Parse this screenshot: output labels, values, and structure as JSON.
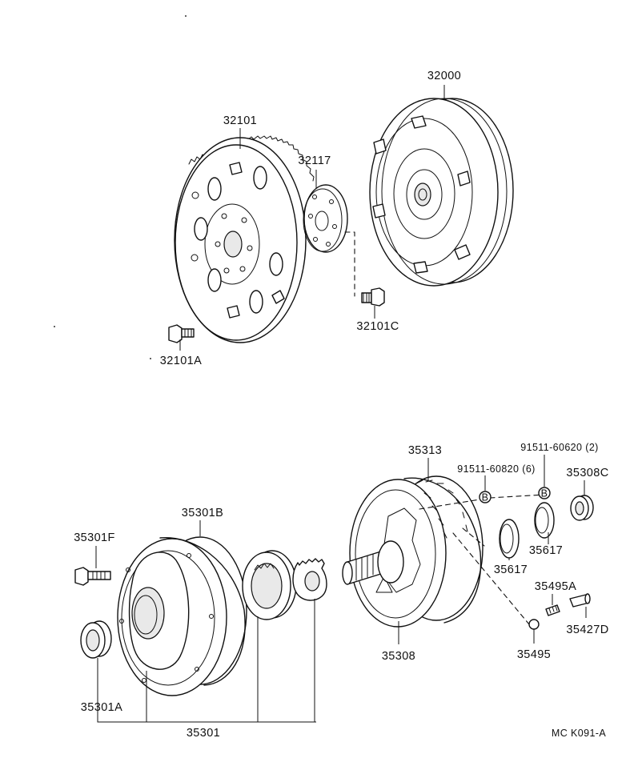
{
  "diagram": {
    "parts": {
      "torque_converter": "32000",
      "drive_plate": "32101",
      "drive_plate_bolt": "32101A",
      "plate_bolt": "32101C",
      "spacer_plate": "32117",
      "oil_pump_body": "35301B",
      "pump_bolt": "35301F",
      "pump_oil_seal": "35301A",
      "oil_pump_assy": "35301",
      "stator_shaft": "35313",
      "bolt_b_2": "91511-60620 (2)",
      "bolt_b_6": "91511-60820 (6)",
      "seal_35308c": "35308C",
      "ring_35617_a": "35617",
      "ring_35617_b": "35617",
      "pump_cover": "35308",
      "plug_35495a": "35495A",
      "ball_35495": "35495",
      "plug_35427d": "35427D"
    },
    "marker_letter": "B",
    "figure_code": "MC K091-A"
  }
}
